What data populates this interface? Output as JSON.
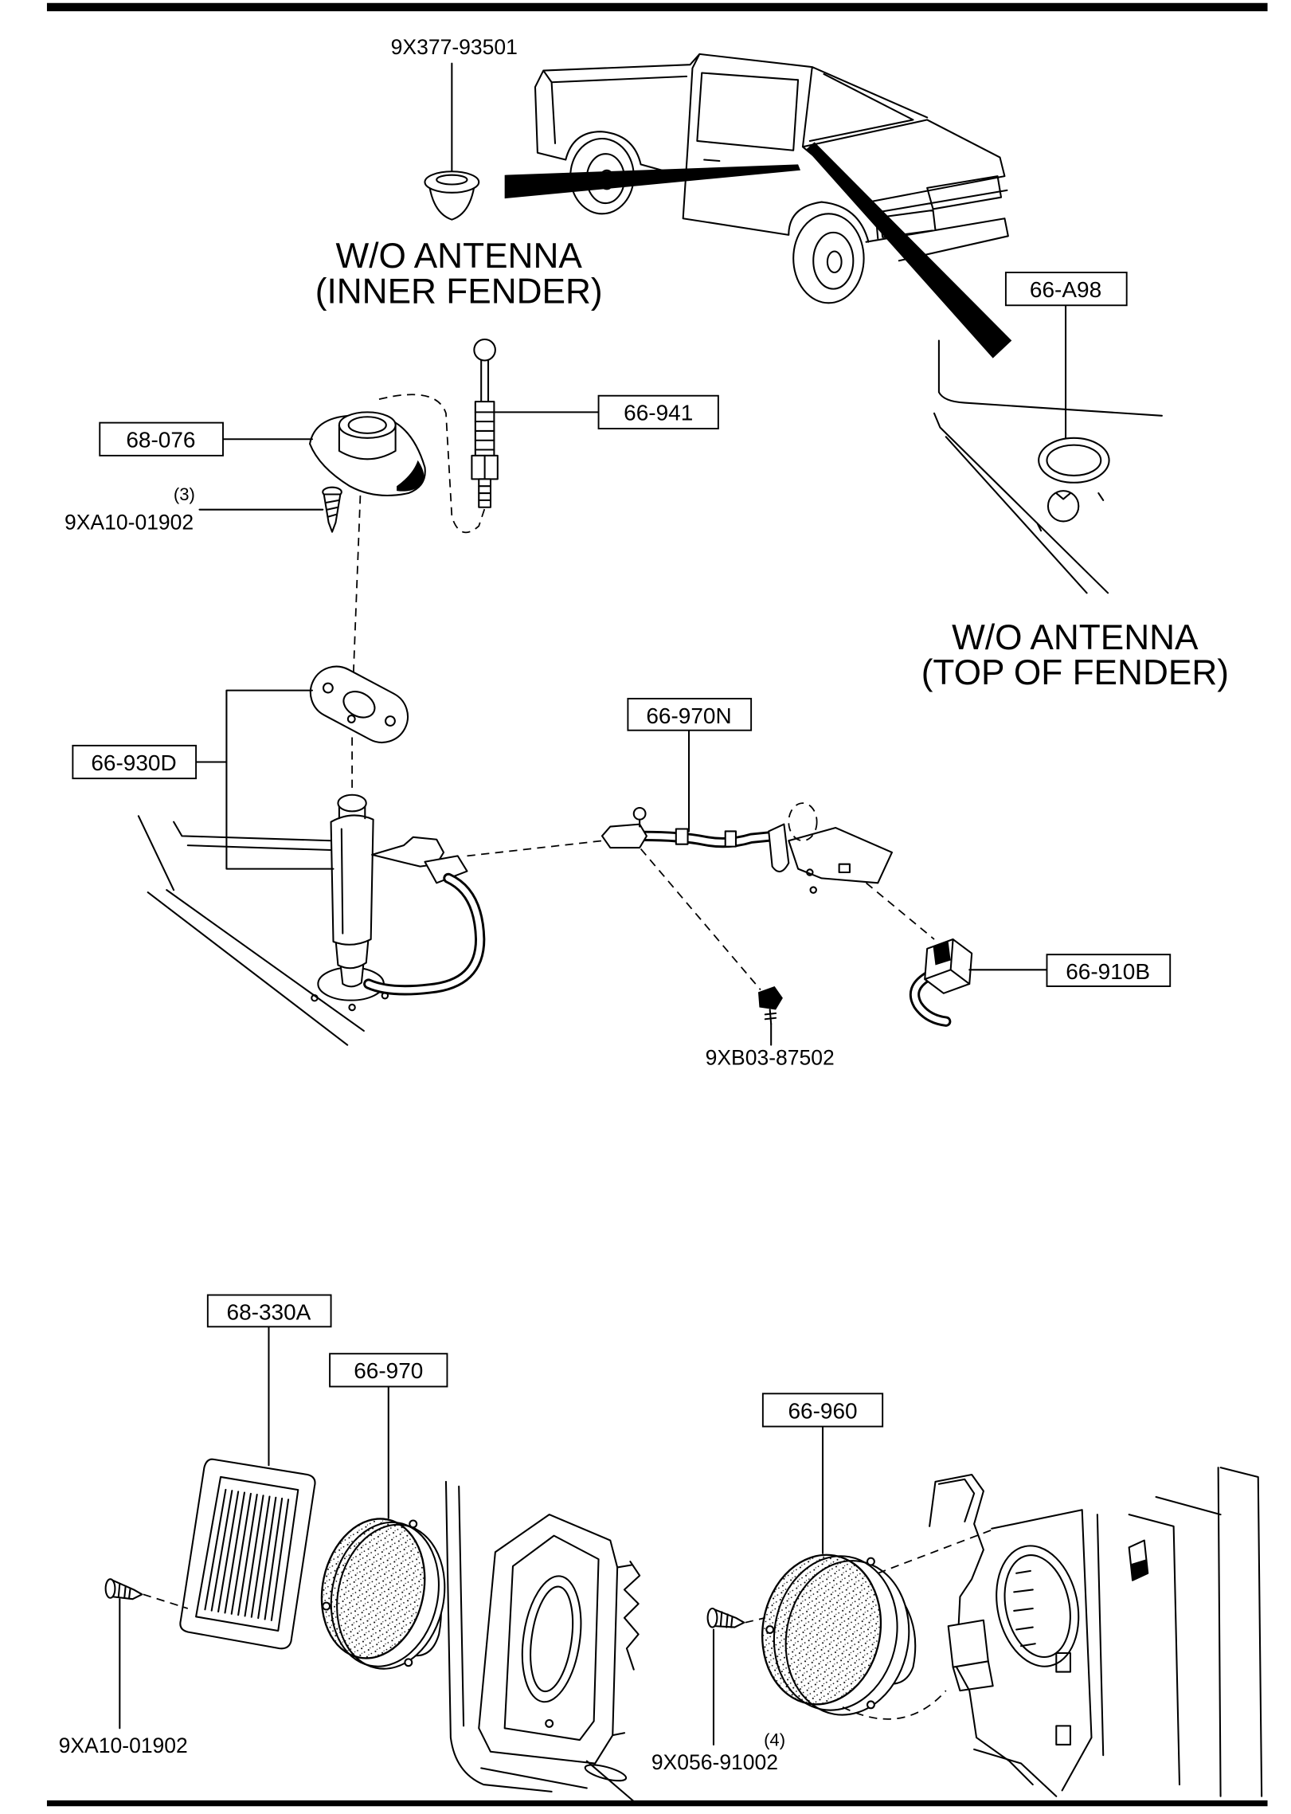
{
  "headings": {
    "inner_fender_line1": "W/O ANTENNA",
    "inner_fender_line2": "(INNER FENDER)",
    "top_fender_line1": "W/O ANTENNA",
    "top_fender_line2": "(TOP OF FENDER)"
  },
  "antenna": {
    "inner_fender_plug": "9X377-93501",
    "top_fender_plug": "66-A98",
    "mast": "66-941",
    "bezel": "68-076",
    "bezel_screw_qty": "(3)",
    "bezel_screw": "9XA10-01902",
    "motor_assembly": "66-930D",
    "lead_cable": "66-970N",
    "switch": "66-910B",
    "cable_bolt": "9XB03-87502"
  },
  "speakers": {
    "grille": "68-330A",
    "front_speaker": "66-970",
    "door_speaker": "66-960",
    "grille_screw": "9XA10-01902",
    "speaker_screw_qty": "(4)",
    "speaker_screw": "9X056-91002"
  }
}
